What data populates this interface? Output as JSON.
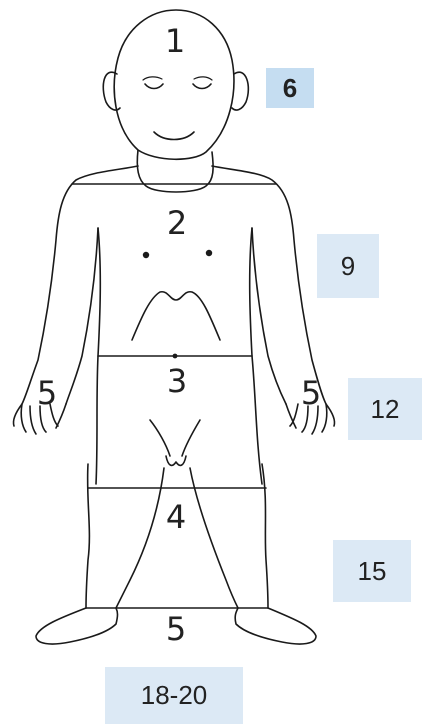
{
  "colors": {
    "age_box_fill": "#dce9f5",
    "age_box_fill_head": "#c5ddf1",
    "outline": "#1a1a1a",
    "text": "#222222"
  },
  "body_regions": {
    "head": "1",
    "trunk": "2",
    "pelvis": "3",
    "thighs": "4",
    "left_hand": "5",
    "right_hand": "5",
    "lower_legs": "5"
  },
  "age_boxes": {
    "head_level": "6",
    "trunk_level": "9",
    "pelvis_level": "12",
    "thigh_level": "15",
    "lower_leg_level": "18-20"
  }
}
